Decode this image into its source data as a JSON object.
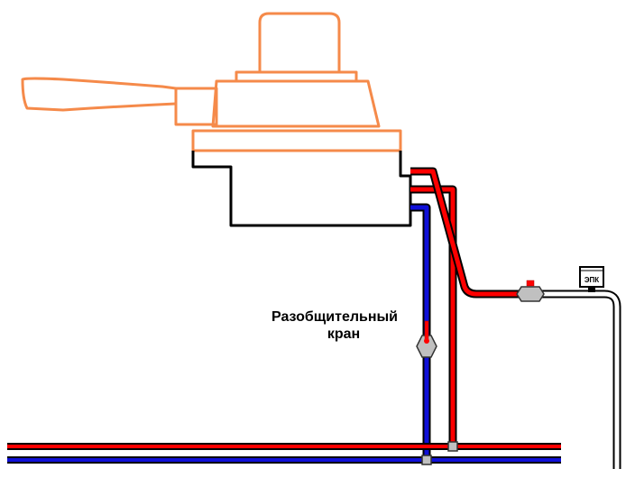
{
  "labels": {
    "valve_line1": "Разобщительный",
    "valve_line2": "кран",
    "epk": "ЭПК"
  },
  "colors": {
    "valve_body_outline": "#f58a4a",
    "red_line": "#ff0000",
    "blue_line": "#1010d8",
    "gray_fitting": "#c0c0c0",
    "outline": "#000000"
  }
}
